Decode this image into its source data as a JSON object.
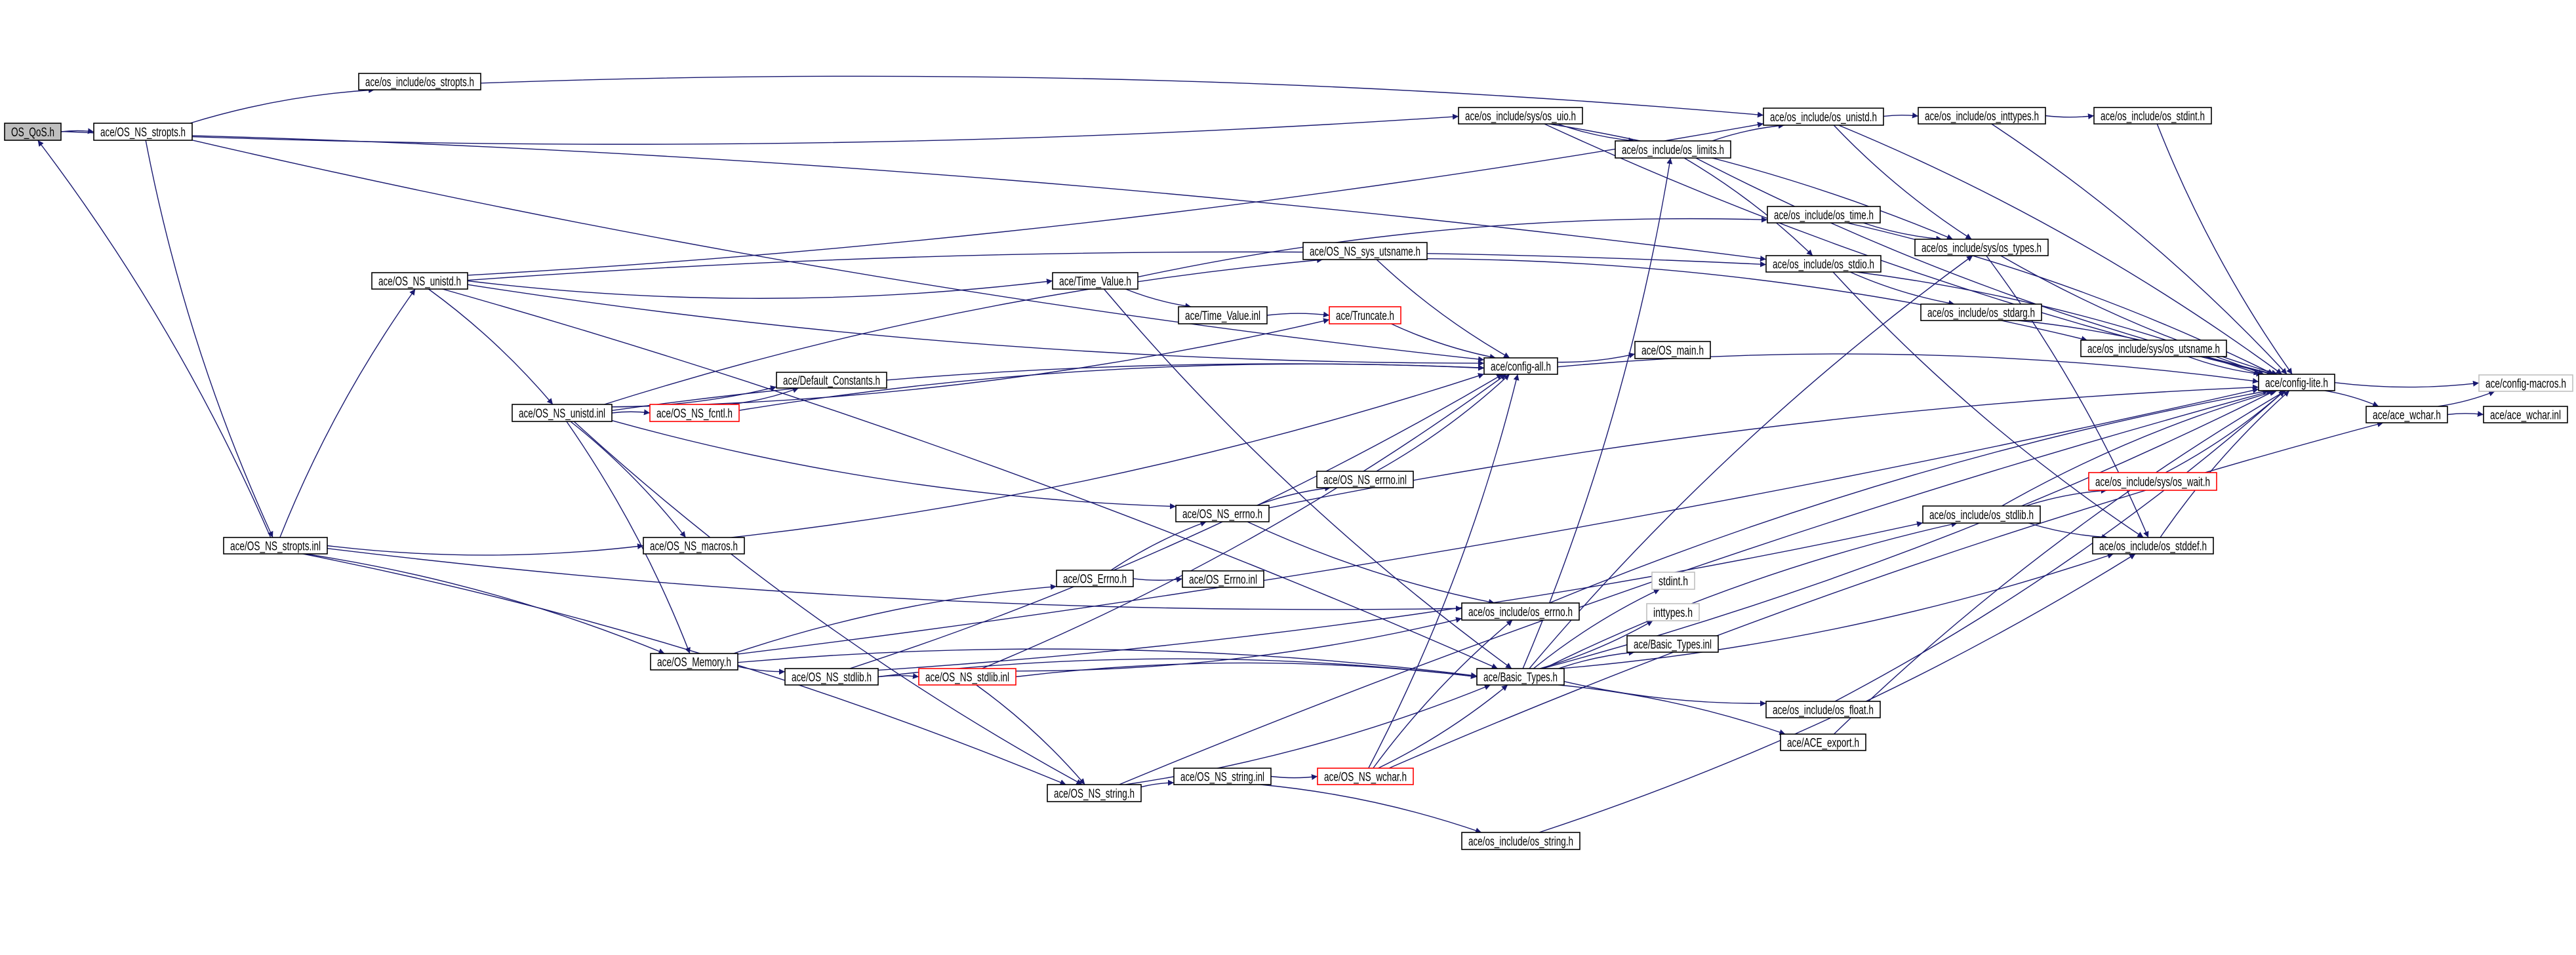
{
  "title": "OS_QoS.h include dependency graph",
  "colors": {
    "edge": "#191970",
    "box_border": "#000000",
    "root_fill": "#bfbfbf",
    "truncated_border": "#ff0000",
    "external_border": "#bfbfbf",
    "fill": "#ffffff"
  },
  "nodes": [
    {
      "id": "qos",
      "label": "OS_QoS.h",
      "style": "root"
    },
    {
      "id": "ns_stropts_h",
      "label": "ace/OS_NS_stropts.h",
      "style": "normal"
    },
    {
      "id": "os_stropts",
      "label": "ace/os_include/os_stropts.h",
      "style": "normal"
    },
    {
      "id": "os_uio",
      "label": "ace/os_include/sys/os_uio.h",
      "style": "normal"
    },
    {
      "id": "os_unistd",
      "label": "ace/os_include/os_unistd.h",
      "style": "normal"
    },
    {
      "id": "os_inttypes",
      "label": "ace/os_include/os_inttypes.h",
      "style": "normal"
    },
    {
      "id": "os_stdint",
      "label": "ace/os_include/os_stdint.h",
      "style": "normal"
    },
    {
      "id": "os_limits",
      "label": "ace/os_include/os_limits.h",
      "style": "normal"
    },
    {
      "id": "os_time",
      "label": "ace/os_include/os_time.h",
      "style": "normal"
    },
    {
      "id": "os_types",
      "label": "ace/os_include/sys/os_types.h",
      "style": "normal"
    },
    {
      "id": "os_stdio",
      "label": "ace/os_include/os_stdio.h",
      "style": "normal"
    },
    {
      "id": "os_stdarg",
      "label": "ace/os_include/os_stdarg.h",
      "style": "normal"
    },
    {
      "id": "os_utsname",
      "label": "ace/os_include/sys/os_utsname.h",
      "style": "normal"
    },
    {
      "id": "ns_unistd_h",
      "label": "ace/OS_NS_unistd.h",
      "style": "normal"
    },
    {
      "id": "time_value_h",
      "label": "ace/Time_Value.h",
      "style": "normal"
    },
    {
      "id": "ns_sys_utsname",
      "label": "ace/OS_NS_sys_utsname.h",
      "style": "normal"
    },
    {
      "id": "time_value_inl",
      "label": "ace/Time_Value.inl",
      "style": "normal"
    },
    {
      "id": "truncate",
      "label": "ace/Truncate.h",
      "style": "truncated"
    },
    {
      "id": "config_all",
      "label": "ace/config-all.h",
      "style": "normal"
    },
    {
      "id": "os_main",
      "label": "ace/OS_main.h",
      "style": "normal"
    },
    {
      "id": "ns_unistd_inl",
      "label": "ace/OS_NS_unistd.inl",
      "style": "normal"
    },
    {
      "id": "ns_fcntl",
      "label": "ace/OS_NS_fcntl.h",
      "style": "truncated"
    },
    {
      "id": "default_constants",
      "label": "ace/Default_Constants.h",
      "style": "normal"
    },
    {
      "id": "config_lite",
      "label": "ace/config-lite.h",
      "style": "normal"
    },
    {
      "id": "config_macros",
      "label": "ace/config-macros.h",
      "style": "external"
    },
    {
      "id": "ace_wchar_h",
      "label": "ace/ace_wchar.h",
      "style": "normal"
    },
    {
      "id": "ace_wchar_inl",
      "label": "ace/ace_wchar.inl",
      "style": "normal"
    },
    {
      "id": "os_wait",
      "label": "ace/os_include/sys/os_wait.h",
      "style": "truncated"
    },
    {
      "id": "ns_errno_inl",
      "label": "ace/OS_NS_errno.inl",
      "style": "normal"
    },
    {
      "id": "ns_stropts_inl",
      "label": "ace/OS_NS_stropts.inl",
      "style": "normal"
    },
    {
      "id": "ns_macros",
      "label": "ace/OS_NS_macros.h",
      "style": "normal"
    },
    {
      "id": "os_memory",
      "label": "ace/OS_Memory.h",
      "style": "normal"
    },
    {
      "id": "ns_stdlib_h",
      "label": "ace/OS_NS_stdlib.h",
      "style": "normal"
    },
    {
      "id": "ns_errno_h",
      "label": "ace/OS_NS_errno.h",
      "style": "normal"
    },
    {
      "id": "os_errno_ace",
      "label": "ace/OS_Errno.h",
      "style": "normal"
    },
    {
      "id": "os_errno_ace_inl",
      "label": "ace/OS_Errno.inl",
      "style": "normal"
    },
    {
      "id": "os_errno",
      "label": "ace/os_include/os_errno.h",
      "style": "normal"
    },
    {
      "id": "stdint",
      "label": "stdint.h",
      "style": "external"
    },
    {
      "id": "inttypes",
      "label": "inttypes.h",
      "style": "external"
    },
    {
      "id": "basic_types_inl",
      "label": "ace/Basic_Types.inl",
      "style": "normal"
    },
    {
      "id": "basic_types_h",
      "label": "ace/Basic_Types.h",
      "style": "normal"
    },
    {
      "id": "ns_stdlib_inl",
      "label": "ace/OS_NS_stdlib.inl",
      "style": "truncated"
    },
    {
      "id": "ns_string_h",
      "label": "ace/OS_NS_string.h",
      "style": "normal"
    },
    {
      "id": "ns_string_inl",
      "label": "ace/OS_NS_string.inl",
      "style": "normal"
    },
    {
      "id": "ns_wchar",
      "label": "ace/OS_NS_wchar.h",
      "style": "truncated"
    },
    {
      "id": "os_string",
      "label": "ace/os_include/os_string.h",
      "style": "normal"
    },
    {
      "id": "os_stdlib",
      "label": "ace/os_include/os_stdlib.h",
      "style": "normal"
    },
    {
      "id": "os_stddef",
      "label": "ace/os_include/os_stddef.h",
      "style": "normal"
    },
    {
      "id": "os_float",
      "label": "ace/os_include/os_float.h",
      "style": "normal"
    },
    {
      "id": "ace_export",
      "label": "ace/ACE_export.h",
      "style": "normal"
    }
  ],
  "edges": [
    [
      "qos",
      "ns_stropts_h"
    ],
    [
      "qos",
      "os_uio"
    ],
    [
      "ns_stropts_h",
      "os_stropts"
    ],
    [
      "ns_stropts_h",
      "ns_stropts_inl"
    ],
    [
      "ns_stropts_h",
      "os_stdio"
    ],
    [
      "ns_stropts_h",
      "config_all"
    ],
    [
      "os_stropts",
      "os_unistd"
    ],
    [
      "ns_stropts_inl",
      "qos"
    ],
    [
      "ns_stropts_inl",
      "ns_unistd_h"
    ],
    [
      "ns_stropts_inl",
      "ns_macros"
    ],
    [
      "ns_stropts_inl",
      "os_memory"
    ],
    [
      "ns_stropts_inl",
      "os_errno"
    ],
    [
      "ns_stropts_inl",
      "ns_string_h"
    ],
    [
      "ns_unistd_h",
      "time_value_h"
    ],
    [
      "ns_unistd_h",
      "ns_unistd_inl"
    ],
    [
      "ns_unistd_h",
      "os_unistd"
    ],
    [
      "ns_unistd_h",
      "os_stdio"
    ],
    [
      "ns_unistd_h",
      "config_all"
    ],
    [
      "ns_unistd_h",
      "basic_types_h"
    ],
    [
      "time_value_h",
      "time_value_inl"
    ],
    [
      "time_value_h",
      "os_time"
    ],
    [
      "time_value_h",
      "basic_types_h"
    ],
    [
      "time_value_inl",
      "truncate"
    ],
    [
      "truncate",
      "config_all"
    ],
    [
      "ns_unistd_inl",
      "ns_fcntl"
    ],
    [
      "ns_unistd_inl",
      "default_constants"
    ],
    [
      "ns_unistd_inl",
      "ns_sys_utsname"
    ],
    [
      "ns_unistd_inl",
      "truncate"
    ],
    [
      "ns_unistd_inl",
      "ns_macros"
    ],
    [
      "ns_unistd_inl",
      "ns_errno_h"
    ],
    [
      "ns_unistd_inl",
      "os_memory"
    ],
    [
      "ns_unistd_inl",
      "ns_string_h"
    ],
    [
      "ns_unistd_inl",
      "config_all"
    ],
    [
      "ns_fcntl",
      "default_constants"
    ],
    [
      "ns_fcntl",
      "config_all"
    ],
    [
      "ns_sys_utsname",
      "config_all"
    ],
    [
      "ns_sys_utsname",
      "os_utsname"
    ],
    [
      "config_all",
      "os_main"
    ],
    [
      "config_all",
      "config_lite"
    ],
    [
      "ns_macros",
      "config_all"
    ],
    [
      "ns_errno_h",
      "ns_errno_inl"
    ],
    [
      "ns_errno_h",
      "os_errno"
    ],
    [
      "ns_errno_h",
      "config_lite"
    ],
    [
      "ns_errno_inl",
      "config_all"
    ],
    [
      "os_errno_ace",
      "ns_errno_h"
    ],
    [
      "os_errno_ace",
      "os_errno_ace_inl"
    ],
    [
      "os_memory",
      "os_errno_ace"
    ],
    [
      "os_memory",
      "ns_stdlib_h"
    ],
    [
      "os_memory",
      "basic_types_h"
    ],
    [
      "os_memory",
      "config_lite"
    ],
    [
      "ns_stdlib_h",
      "ns_stdlib_inl"
    ],
    [
      "ns_stdlib_h",
      "config_all"
    ],
    [
      "ns_stdlib_h",
      "basic_types_h"
    ],
    [
      "ns_stdlib_h",
      "os_stdlib"
    ],
    [
      "ns_stdlib_inl",
      "basic_types_h"
    ],
    [
      "ns_stdlib_inl",
      "os_errno"
    ],
    [
      "ns_stdlib_inl",
      "ns_string_h"
    ],
    [
      "ns_stdlib_inl",
      "config_all"
    ],
    [
      "ns_string_h",
      "ns_string_inl"
    ],
    [
      "ns_string_h",
      "basic_types_h"
    ],
    [
      "ns_string_h",
      "config_lite"
    ],
    [
      "ns_string_inl",
      "ns_wchar"
    ],
    [
      "ns_string_inl",
      "os_string"
    ],
    [
      "ns_wchar",
      "basic_types_h"
    ],
    [
      "ns_wchar",
      "os_errno"
    ],
    [
      "ns_wchar",
      "config_all"
    ],
    [
      "ns_wchar",
      "ace_wchar_h"
    ],
    [
      "os_string",
      "os_stddef"
    ],
    [
      "basic_types_h",
      "stdint"
    ],
    [
      "basic_types_h",
      "inttypes"
    ],
    [
      "basic_types_h",
      "basic_types_inl"
    ],
    [
      "basic_types_h",
      "os_float"
    ],
    [
      "basic_types_h",
      "ace_export"
    ],
    [
      "basic_types_h",
      "os_limits"
    ],
    [
      "basic_types_h",
      "os_types"
    ],
    [
      "basic_types_h",
      "config_lite"
    ],
    [
      "basic_types_h",
      "os_stdlib"
    ],
    [
      "basic_types_h",
      "os_stddef"
    ],
    [
      "os_errno",
      "config_lite"
    ],
    [
      "os_uio",
      "os_limits"
    ],
    [
      "os_uio",
      "os_types"
    ],
    [
      "os_uio",
      "config_lite"
    ],
    [
      "os_unistd",
      "os_inttypes"
    ],
    [
      "os_unistd",
      "os_types"
    ],
    [
      "os_unistd",
      "config_lite"
    ],
    [
      "os_inttypes",
      "os_stdint"
    ],
    [
      "os_inttypes",
      "config_lite"
    ],
    [
      "os_stdint",
      "config_lite"
    ],
    [
      "os_limits",
      "os_unistd"
    ],
    [
      "os_limits",
      "config_lite"
    ],
    [
      "os_limits",
      "os_stdio"
    ],
    [
      "os_time",
      "os_types"
    ],
    [
      "os_time",
      "config_lite"
    ],
    [
      "os_types",
      "config_lite"
    ],
    [
      "os_types",
      "os_stddef"
    ],
    [
      "os_stdio",
      "os_stdarg"
    ],
    [
      "os_stdio",
      "config_lite"
    ],
    [
      "os_stdio",
      "os_stddef"
    ],
    [
      "os_stdarg",
      "config_lite"
    ],
    [
      "os_utsname",
      "config_lite"
    ],
    [
      "os_stdlib",
      "os_wait"
    ],
    [
      "os_stdlib",
      "os_stddef"
    ],
    [
      "os_stdlib",
      "config_lite"
    ],
    [
      "os_wait",
      "config_lite"
    ],
    [
      "os_stddef",
      "config_lite"
    ],
    [
      "os_float",
      "config_lite"
    ],
    [
      "ace_export",
      "config_lite"
    ],
    [
      "config_lite",
      "config_macros"
    ],
    [
      "config_lite",
      "ace_wchar_h"
    ],
    [
      "ace_wchar_h",
      "config_macros"
    ],
    [
      "ace_wchar_h",
      "ace_wchar_inl"
    ]
  ]
}
